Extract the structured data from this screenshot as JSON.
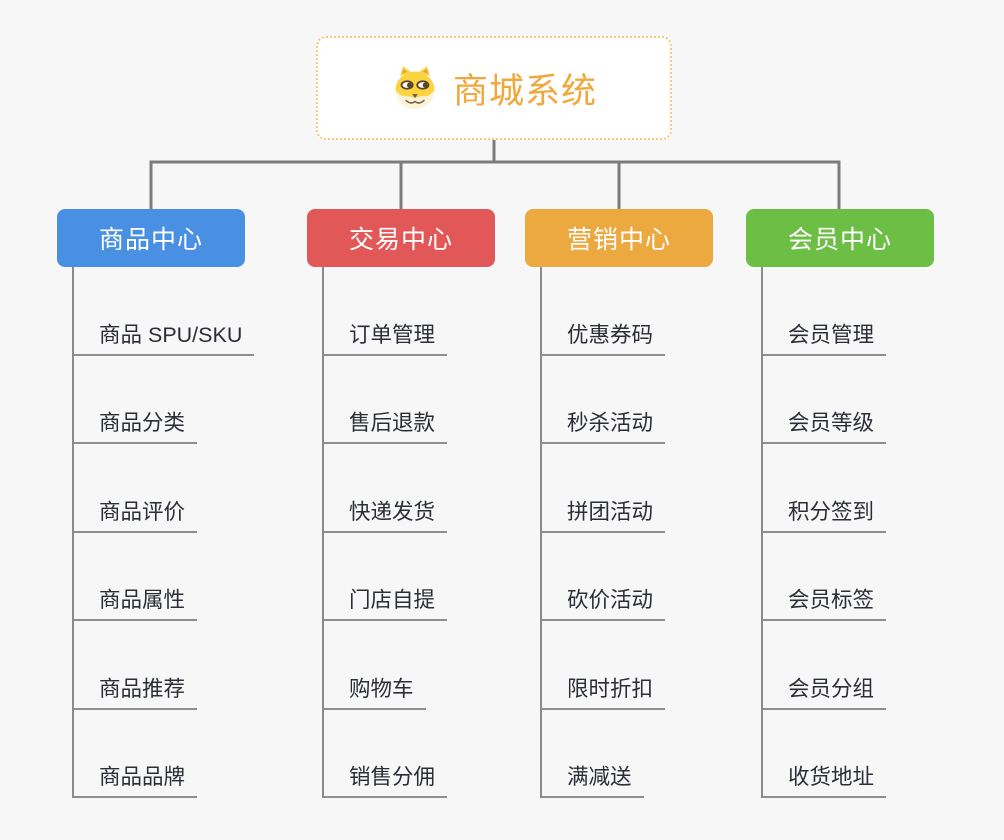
{
  "root": {
    "title": "商城系统",
    "icon": "shiba-dog-icon",
    "accent_color": "#f0a83b",
    "border_color": "#f6c87d"
  },
  "connector_color": "#7c7c7c",
  "branches": [
    {
      "label": "商品中心",
      "color": "#4a90e2",
      "items": [
        "商品 SPU/SKU",
        "商品分类",
        "商品评价",
        "商品属性",
        "商品推荐",
        "商品品牌"
      ]
    },
    {
      "label": "交易中心",
      "color": "#e25858",
      "items": [
        "订单管理",
        "售后退款",
        "快递发货",
        "门店自提",
        "购物车",
        "销售分佣"
      ]
    },
    {
      "label": "营销中心",
      "color": "#eca93f",
      "items": [
        "优惠券码",
        "秒杀活动",
        "拼团活动",
        "砍价活动",
        "限时折扣",
        "满减送"
      ]
    },
    {
      "label": "会员中心",
      "color": "#6dbe45",
      "items": [
        "会员管理",
        "会员等级",
        "积分签到",
        "会员标签",
        "会员分组",
        "收货地址"
      ]
    }
  ]
}
